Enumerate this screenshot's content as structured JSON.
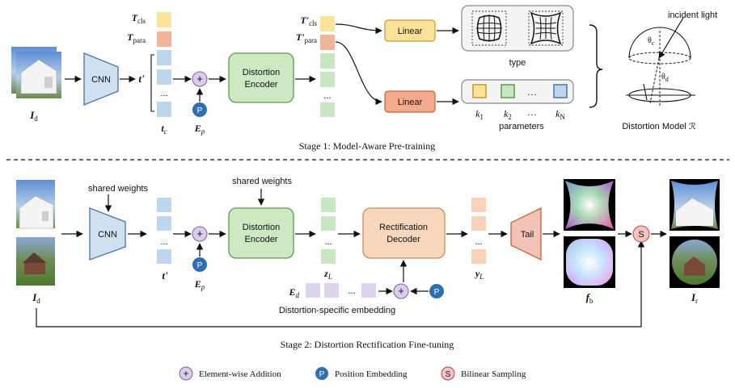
{
  "stage1": {
    "caption": "Stage 1:  Model-Aware Pre-training",
    "input_label": "I",
    "input_sub": "d",
    "cnn": "CNN",
    "t_prime": "t'",
    "tokens": {
      "cls": "T",
      "cls_sub": "cls",
      "para": "T",
      "para_sub": "para",
      "tc": "t",
      "tc_sub": "c"
    },
    "ellipsis": "...",
    "pos_label": "E",
    "pos_sub": "p",
    "pos_symbol": "P",
    "encoder": [
      "Distortion",
      "Encoder"
    ],
    "out_tokens": {
      "cls": "T'",
      "cls_sub": "cls",
      "para": "T'",
      "para_sub": "para"
    },
    "linear": "Linear",
    "type_label": "type",
    "params": {
      "k1": "k",
      "k1_sub": "1",
      "k2": "k",
      "k2_sub": "2",
      "kn": "k",
      "kn_sub": "N",
      "dots": "…",
      "label": "parameters"
    },
    "model": {
      "incident": "incident light",
      "theta_c": "θ",
      "theta_c_sub": "c",
      "theta_d": "θ",
      "theta_d_sub": "d",
      "caption": "Distortion Model ℛ"
    }
  },
  "stage2": {
    "caption": "Stage 2:  Distortion Rectification Fine-tuning",
    "input_label": "I",
    "input_sub": "d",
    "shared1": "shared weights",
    "shared2": "shared weights",
    "cnn": "CNN",
    "t_prime": "t'",
    "pos_label": "E",
    "pos_sub": "p",
    "pos_symbol": "P",
    "encoder": [
      "Distortion",
      "Encoder"
    ],
    "z_label": "z",
    "z_sub": "L",
    "decoder": [
      "Rectification",
      "Decoder"
    ],
    "y_label": "y",
    "y_sub": "L",
    "ed_label": "E",
    "ed_sub": "d",
    "embedding_label": "Distortion-specific embedding",
    "tail": "Tail",
    "fb_label": "f",
    "fb_sub": "b",
    "sampling_symbol": "S",
    "ir_label": "I",
    "ir_sub": "r",
    "ellipsis": "..."
  },
  "legend": {
    "add_symbol": "+",
    "add": "Element-wise Addition",
    "pos_symbol": "P",
    "pos": "Position Embedding",
    "sample_symbol": "S",
    "sample": "Bilinear Sampling"
  },
  "colors": {
    "token_yellow": "#fbe39a",
    "token_orange": "#f2b59a",
    "token_blue": "#bfd7ee",
    "token_green": "#c9e6c2",
    "token_purple": "#ddd3ec",
    "token_peach": "#f8d3b8",
    "cnn_fill": "#cfe0f1",
    "encoder_fill": "#cfe8c4",
    "decoder_fill": "#f8d7bc",
    "tail_fill": "#f4c2b6",
    "linear_yellow": "#fbe29b",
    "linear_orange": "#f4aa8c",
    "plus_fill": "#dcccec",
    "pos_fill": "#2f6fb0",
    "sample_fill": "#f3c4c4"
  }
}
